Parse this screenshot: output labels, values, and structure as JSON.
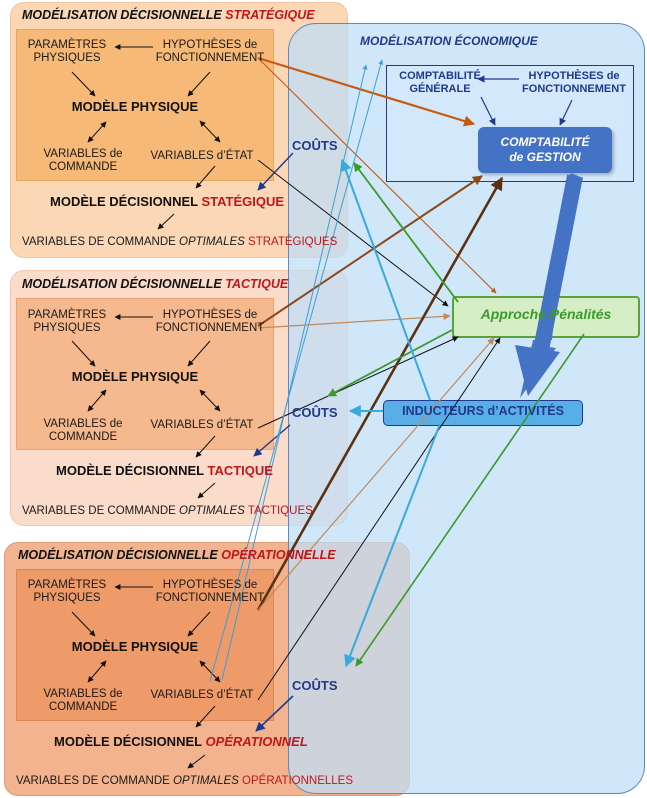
{
  "strategic": {
    "title_prefix": "MODÉLISATION DÉCISIONNELLE",
    "title_level": "STRATÉGIQUE",
    "parametres_line1": "PARAMÈTRES",
    "parametres_line2": "PHYSIQUES",
    "hypotheses_line1": "HYPOTHÈSES de",
    "hypotheses_line2": "FONCTIONNEMENT",
    "modele_physique": "MODÈLE PHYSIQUE",
    "variables_commande_line1": "VARIABLES de",
    "variables_commande_line2": "COMMANDE",
    "variables_etat": "VARIABLES d’ÉTAT",
    "modele_decisionnel_prefix": "MODÈLE DÉCISIONNEL",
    "modele_decisionnel_level": "STATÉGIQUE",
    "optimal_prefix": "VARIABLES DE COMMANDE",
    "optimal_italic": "OPTIMALES",
    "optimal_level": "STRATÉGIQUES"
  },
  "tactical": {
    "title_prefix": "MODÉLISATION DÉCISIONNELLE",
    "title_level": "TACTIQUE",
    "parametres_line1": "PARAMÈTRES",
    "parametres_line2": "PHYSIQUES",
    "hypotheses_line1": "HYPOTHÈSES de",
    "hypotheses_line2": "FONCTIONNEMENT",
    "modele_physique": "MODÈLE PHYSIQUE",
    "variables_commande_line1": "VARIABLES de",
    "variables_commande_line2": "COMMANDE",
    "variables_etat": "VARIABLES d’ÉTAT",
    "modele_decisionnel_prefix": "MODÈLE DÉCISIONNEL",
    "modele_decisionnel_level": "TACTIQUE",
    "optimal_prefix": "VARIABLES DE COMMANDE",
    "optimal_italic": "OPTIMALES",
    "optimal_level": "TACTIQUES"
  },
  "operational": {
    "title_prefix": "MODÉLISATION DÉCISIONNELLE",
    "title_level": "OPÉRATIONNELLE",
    "parametres_line1": "PARAMÈTRES",
    "parametres_line2": "PHYSIQUES",
    "hypotheses_line1": "HYPOTHÈSES de",
    "hypotheses_line2": "FONCTIONNEMENT",
    "modele_physique": "MODÈLE PHYSIQUE",
    "variables_commande_line1": "VARIABLES de",
    "variables_commande_line2": "COMMANDE",
    "variables_etat": "VARIABLES d’ÉTAT",
    "modele_decisionnel_prefix": "MODÈLE DÉCISIONNEL",
    "modele_decisionnel_level": "OPÉRATIONNEL",
    "optimal_prefix": "VARIABLES DE COMMANDE",
    "optimal_italic": "OPTIMALES",
    "optimal_level": "OPÉRATIONNELLES"
  },
  "economic": {
    "title": "MODÉLISATION ÉCONOMIQUE",
    "compta_generale_line1": "COMPTABILITÉ",
    "compta_generale_line2": "GÉNÉRALE",
    "hypotheses_line1": "HYPOTHÈSES de",
    "hypotheses_line2": "FONCTIONNEMENT",
    "compta_gestion_line1": "COMPTABILITÉ",
    "compta_gestion_line2": "de GESTION",
    "approche_penalites": "Approche Pénalités",
    "inducteurs": "INDUCTEURS d’ACTIVITÉS"
  },
  "couts_labels": [
    "COÛTS",
    "COÛTS",
    "COÛTS"
  ],
  "colors": {
    "panel_strategic": "#fbd7b5",
    "inner_strategic": "#f7b977",
    "panel_tactical": "#fbdccb",
    "inner_tactical": "#f6b98e",
    "panel_operational": "#f3b38f",
    "inner_operational": "#ee9a69",
    "economic_panel": "#cfe5f9",
    "compta_gestion": "#4472c4",
    "approche_fill": "#d6eec6",
    "approche_border": "#59a33a",
    "approche_text": "#3c9a2b",
    "inducteurs_fill": "#5aaee8",
    "level_red": "#c0161c",
    "navy": "#1f3a8a"
  }
}
